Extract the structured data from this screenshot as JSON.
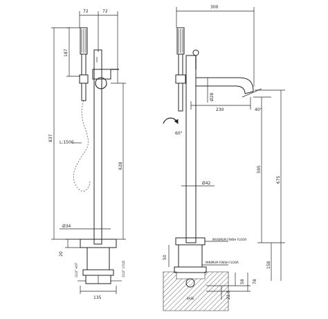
{
  "left_view": {
    "dims": {
      "top_a": "72",
      "top_b": "72",
      "handshower_height": "187",
      "total_height": "837",
      "hose_length": "L:1500",
      "spout_height": "628",
      "column_diameter": "Ø34",
      "base_height": "20",
      "hot_inlet": "G1/2\" HOT",
      "cold_inlet": "G1/2\" COLD",
      "base_width": "135"
    }
  },
  "right_view": {
    "dims": {
      "spout_projection": "300",
      "spout_diameter": "Ø28",
      "spout_reach": "230",
      "spout_angle": "40°",
      "lever_rotation": "60°",
      "column_diameter": "Ø42",
      "height_595": "595",
      "height_675": "675",
      "base_50": "50",
      "height_158": "158",
      "height_78": "78",
      "height_58": "58",
      "height_22_5": "22.5"
    },
    "labels": {
      "max_floor": "MAXIMUM FINISH FLOOR",
      "min_floor": "MINIMUM FINISH FLOOR",
      "base": "BASE"
    }
  }
}
